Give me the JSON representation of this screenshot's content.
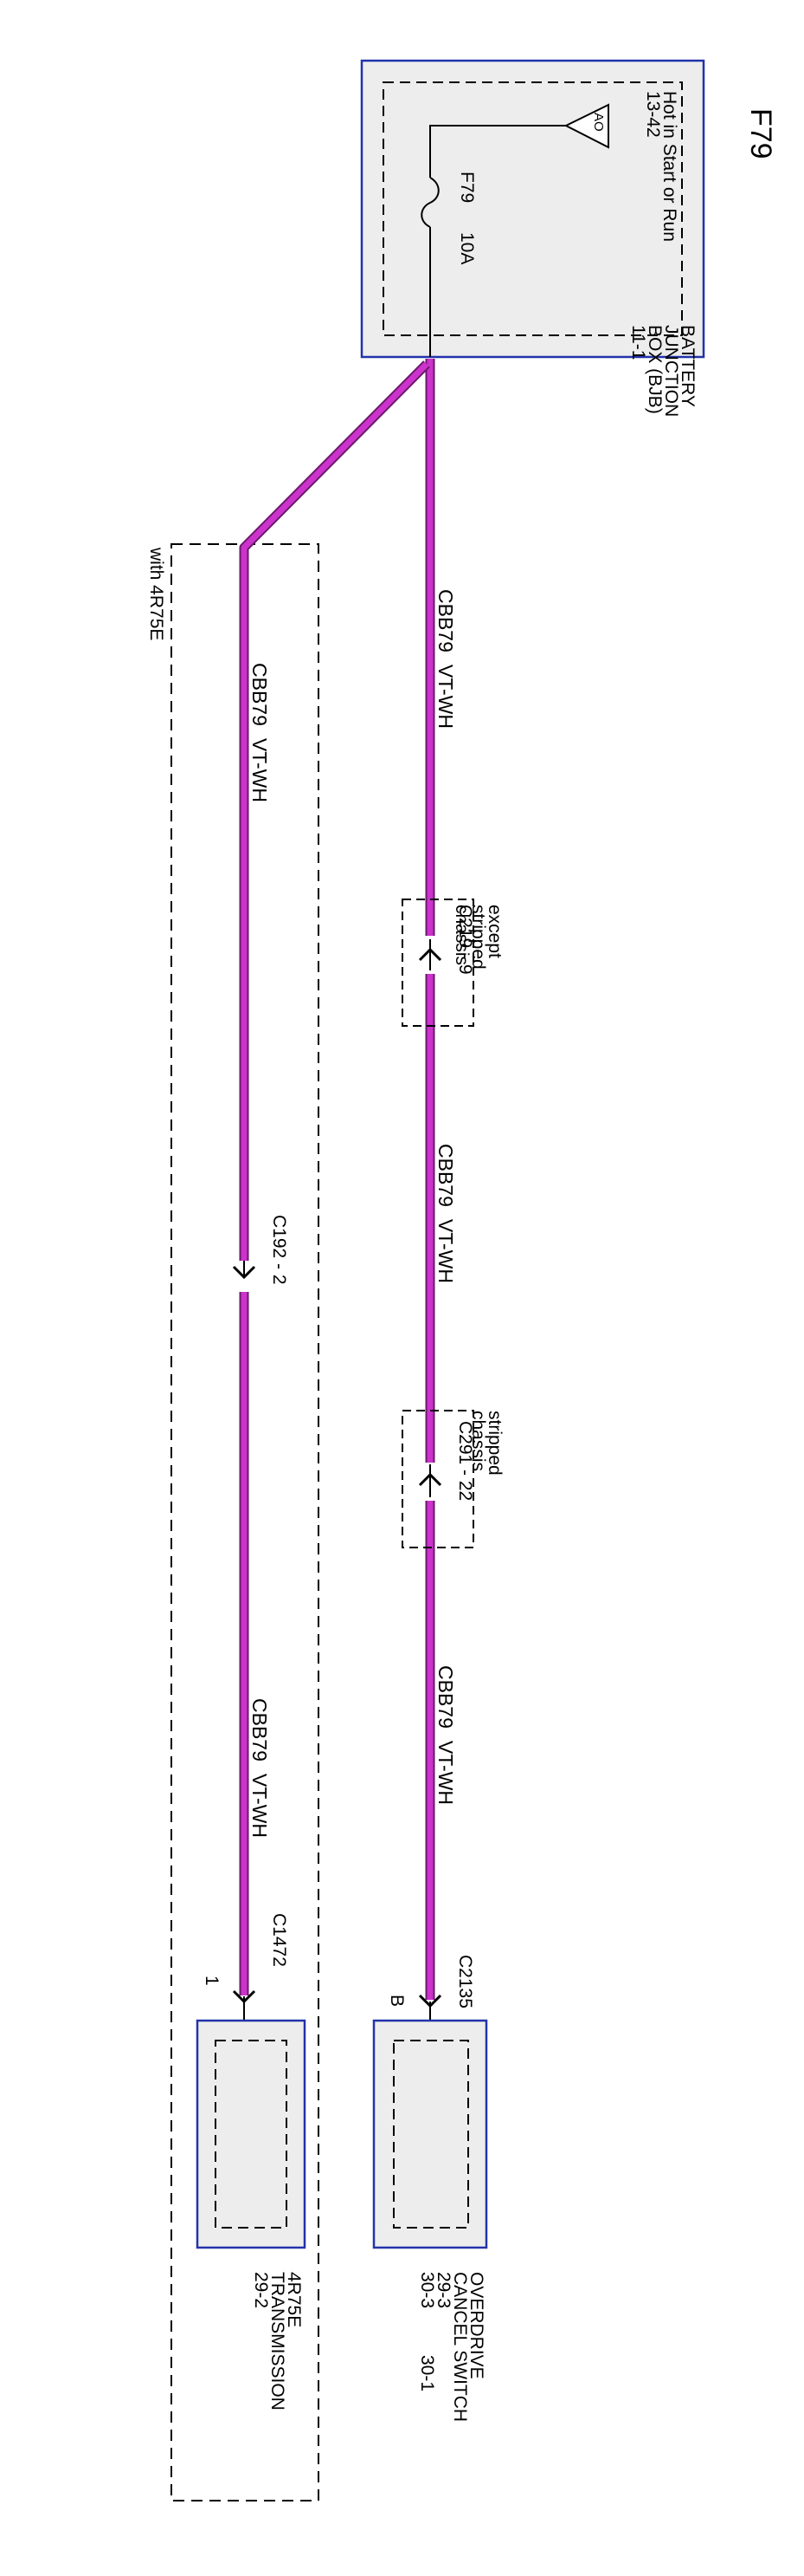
{
  "page": {
    "circuit_id": "F79"
  },
  "junction_box": {
    "name_lines": [
      "BATTERY",
      "JUNCTION",
      "BOX (BJB)",
      "11-1"
    ],
    "power_lines": [
      "Hot in Start or Run",
      "13-42"
    ],
    "ref_symbol": "AO",
    "fuse_id": "F79",
    "fuse_rating": "10A"
  },
  "wires": [
    {
      "circuit": "CBB79",
      "color": "VT-WH"
    },
    {
      "circuit": "CBB79",
      "color": "VT-WH"
    },
    {
      "circuit": "CBB79",
      "color": "VT-WH"
    },
    {
      "circuit": "CBB79",
      "color": "VT-WH"
    },
    {
      "circuit": "CBB79",
      "color": "VT-WH"
    }
  ],
  "connectors": {
    "c219": {
      "label": "C219 - 9",
      "condition_lines": [
        "except",
        "stripped",
        "chassis"
      ]
    },
    "c291": {
      "label": "C291 - 22",
      "condition_lines": [
        "stripped",
        "chassis"
      ]
    },
    "c192": {
      "label": "C192 - 2"
    },
    "c2135": {
      "label": "C2135",
      "pin": "B"
    },
    "c1472": {
      "label": "C1472",
      "pin": "1"
    }
  },
  "components": {
    "overdrive": {
      "name_lines": [
        "OVERDRIVE",
        "CANCEL SWITCH",
        "29-3",
        "30-3"
      ],
      "extra_ref": "30-1"
    },
    "transmission": {
      "name_lines": [
        "4R75E",
        "TRANSMISSION",
        "29-2"
      ]
    }
  },
  "options": {
    "with_4r75e": "with 4R75E"
  },
  "colors": {
    "wire": "#CC33CC",
    "wire_edge": "#6A1A6A",
    "box_border": "#2233AA",
    "box_fill": "#EDEDED"
  }
}
